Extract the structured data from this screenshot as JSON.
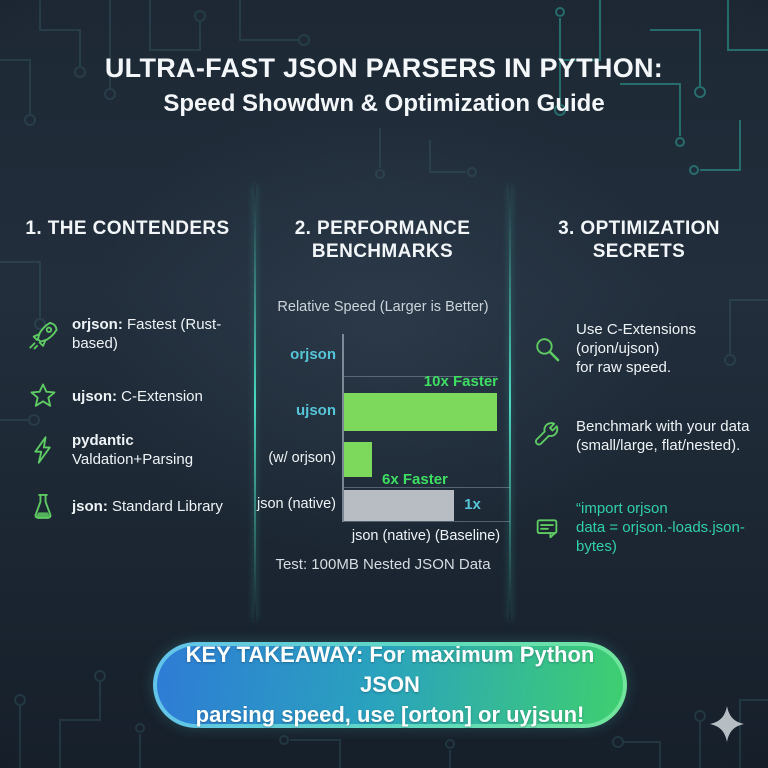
{
  "header": {
    "title_line1": "ULTRA-FAST JSON PARSERS IN PYTHON:",
    "title_line2": "Speed Showdwn & Optimization Guide"
  },
  "contenders": {
    "heading": "1. THE CONTENDERS",
    "items": [
      {
        "icon": "rocket-icon",
        "bold": "orjson:",
        "rest": " Fastest (Rust-based)"
      },
      {
        "icon": "star-icon",
        "bold": "ujson:",
        "rest": " C-Extension"
      },
      {
        "icon": "lightning-icon",
        "bold": "pydantic",
        "rest": "",
        "line2": "Valdation+Parsing"
      },
      {
        "icon": "flask-icon",
        "bold": "json:",
        "rest": " Standard Library"
      }
    ]
  },
  "benchmarks": {
    "heading_line1": "2. PERFORMANCE",
    "heading_line2": "BENCHMARKS"
  },
  "secrets": {
    "heading_line1": "3. OPTIMIZATION",
    "heading_line2": "SECRETS",
    "items": [
      {
        "icon": "magnifier-icon",
        "lines": [
          "Use C-Extensions (orjon/ujson)",
          "for raw speed."
        ],
        "code": false
      },
      {
        "icon": "wrench-icon",
        "lines": [
          "Benchmark with your data",
          "(small/large, flat/nested)."
        ],
        "code": false
      },
      {
        "icon": "code-card-icon",
        "lines": [
          "“import orjson",
          "data = orjson.-loads.json-bytes)"
        ],
        "code": true
      }
    ]
  },
  "chart_data": {
    "type": "bar",
    "orientation": "horizontal",
    "title": "Relative Speed (Larger is Better)",
    "categories": [
      "orjson",
      "ujson",
      "(w/ orjson)",
      "json (native)"
    ],
    "values": [
      0,
      10,
      6,
      1
    ],
    "bar_fractions": [
      0,
      1.0,
      0.18,
      0.72
    ],
    "bar_colors": [
      "none",
      "#7cd95c",
      "#7cd95c",
      "#b7bdc2"
    ],
    "annotations": [
      "",
      "10x Faster",
      "6x Faster",
      "1x"
    ],
    "label_colors": [
      "#56c5d8",
      "#56c5d8",
      "#eef3f6",
      "#eef3f6"
    ],
    "xlabel": "json (native)  (Baseline)",
    "caption": "Test: 100MB Nested JSON Data",
    "grid": true,
    "legend": false
  },
  "takeaway": {
    "line1": "KEY TAKEAWAY: For maximum Python JSON",
    "line2": "parsing speed, use [orton] or uyjsun!"
  },
  "colors": {
    "background": "#1d2834",
    "heading_text": "#f4f7fa",
    "body_text": "#eef3f6",
    "icon_green": "#5ecb63",
    "accent_cyan": "#56c5d8",
    "accent_green": "#3ede63",
    "bar_green": "#7cd95c",
    "bar_gray": "#b7bdc2",
    "code_teal": "#31cfa9",
    "divider_teal": "#4ee2c6",
    "banner_gradient_left": "#2e7cd6",
    "banner_gradient_right": "#3fcf70",
    "sparkle_gray": "#b6bdc3"
  }
}
